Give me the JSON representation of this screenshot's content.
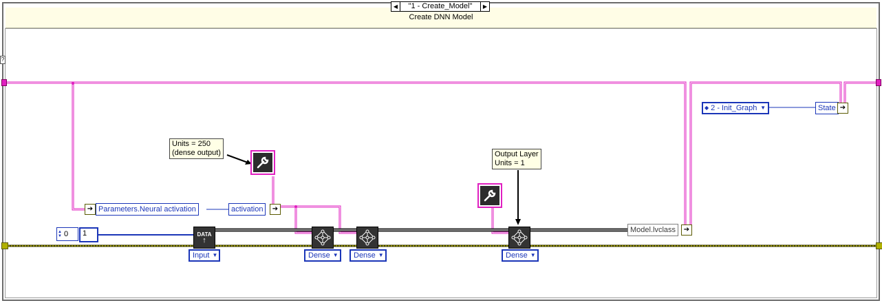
{
  "case_structure": {
    "selector_value": "\"1 - Create_Model\"",
    "prev_symbol": "◀",
    "next_symbol": "▶",
    "subtitle": "Create DNN Model"
  },
  "help_marker": "?",
  "constants": {
    "numeric_control": "0",
    "numeric_constant": "1"
  },
  "bundles": {
    "parameters": "Parameters.Neural activation",
    "activation": "activation",
    "model": "Model.lvclass",
    "state": "State"
  },
  "nodes": {
    "input_glyph": "DATA",
    "input_dropdown": "Input",
    "dense1_dropdown": "Dense",
    "dense2_dropdown": "Dense",
    "dense3_dropdown": "Dense"
  },
  "notes": {
    "units_note_line1": "Units = 250",
    "units_note_line2": "(dense output)",
    "output_note_line1": "Output Layer",
    "output_note_line2": "Units = 1"
  },
  "enum_state": "2 - Init_Graph",
  "icons": [
    "arrow-icon",
    "wrench-icon",
    "neural-network-icon",
    "data-upload-icon",
    "dropdown-arrow-icon",
    "enum-increment-icon"
  ],
  "colors": {
    "wire_class": "#e020c0",
    "wire_numeric": "#1a35b8",
    "header_bg": "#fffde6",
    "shift_register_line": "#b0b000",
    "node_bg": "#333333"
  }
}
